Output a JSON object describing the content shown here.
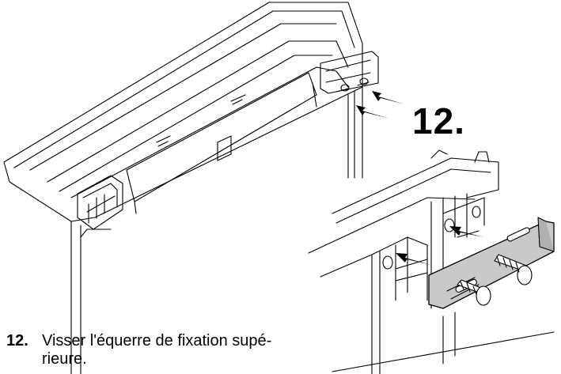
{
  "figure": {
    "step_label_large": "12.",
    "icons": [
      "arrow-icon",
      "screw-icon",
      "bracket-icon"
    ]
  },
  "instruction": {
    "number": "12.",
    "text_line1": "Visser l'équerre de fixation supé-",
    "text_line2": "rieure."
  }
}
